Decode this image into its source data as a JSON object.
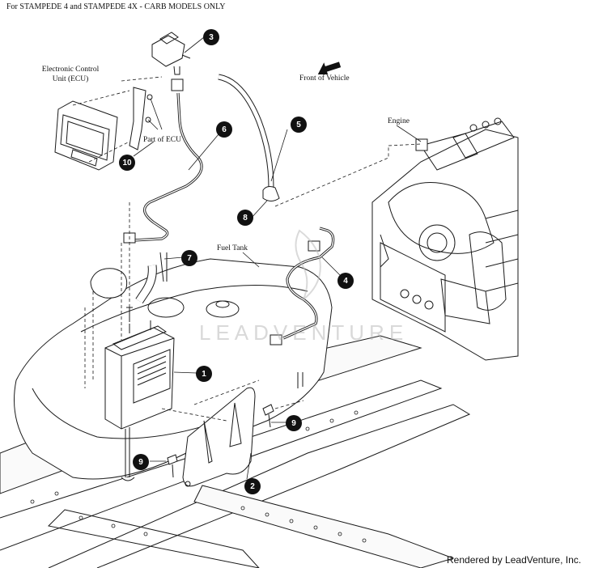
{
  "header": {
    "title": "For STAMPEDE 4 and STAMPEDE 4X - CARB MODELS ONLY"
  },
  "labels": {
    "ecu_line1": "Electronic Control",
    "ecu_line2": "Unit (ECU)",
    "part_of_ecu": "Part of ECU",
    "front_of_vehicle": "Front of Vehicle",
    "engine": "Engine",
    "fuel_tank": "Fuel Tank"
  },
  "callouts": {
    "c1": "1",
    "c2": "2",
    "c3": "3",
    "c4": "4",
    "c5": "5",
    "c6": "6",
    "c7": "7",
    "c8": "8",
    "c9a": "9",
    "c9b": "9",
    "c10": "10"
  },
  "watermark": {
    "text": "LEADVENTURE",
    "logo": "flame-logo-watermark"
  },
  "footer": {
    "credit": "Rendered by LeadVenture, Inc."
  },
  "icons": {
    "direction": "front-arrow-icon"
  },
  "colors": {
    "line": "#1a1a1a",
    "callout_fill": "#111111",
    "callout_text": "#ffffff",
    "watermark": "#aaaaaa"
  }
}
